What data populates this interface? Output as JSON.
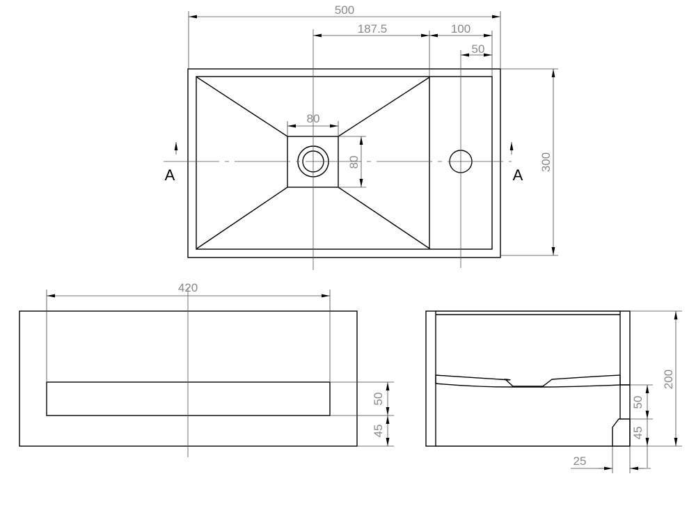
{
  "top_view": {
    "dims": {
      "overall_width": "500",
      "drain_offset": "187.5",
      "ledge_width": "100",
      "tap_offset": "50",
      "overall_depth": "300",
      "drain_width": "80",
      "drain_height": "80"
    },
    "section_label_left": "A",
    "section_label_right": "A"
  },
  "front_view": {
    "dims": {
      "slot_width": "420",
      "slot_height": "50",
      "slot_bottom": "45"
    }
  },
  "section_view": {
    "dims": {
      "height": "200",
      "channel_height": "50",
      "foot_height": "45",
      "foot_width": "25"
    }
  },
  "colors": {
    "line": "#000000",
    "dimension": "#888888"
  }
}
